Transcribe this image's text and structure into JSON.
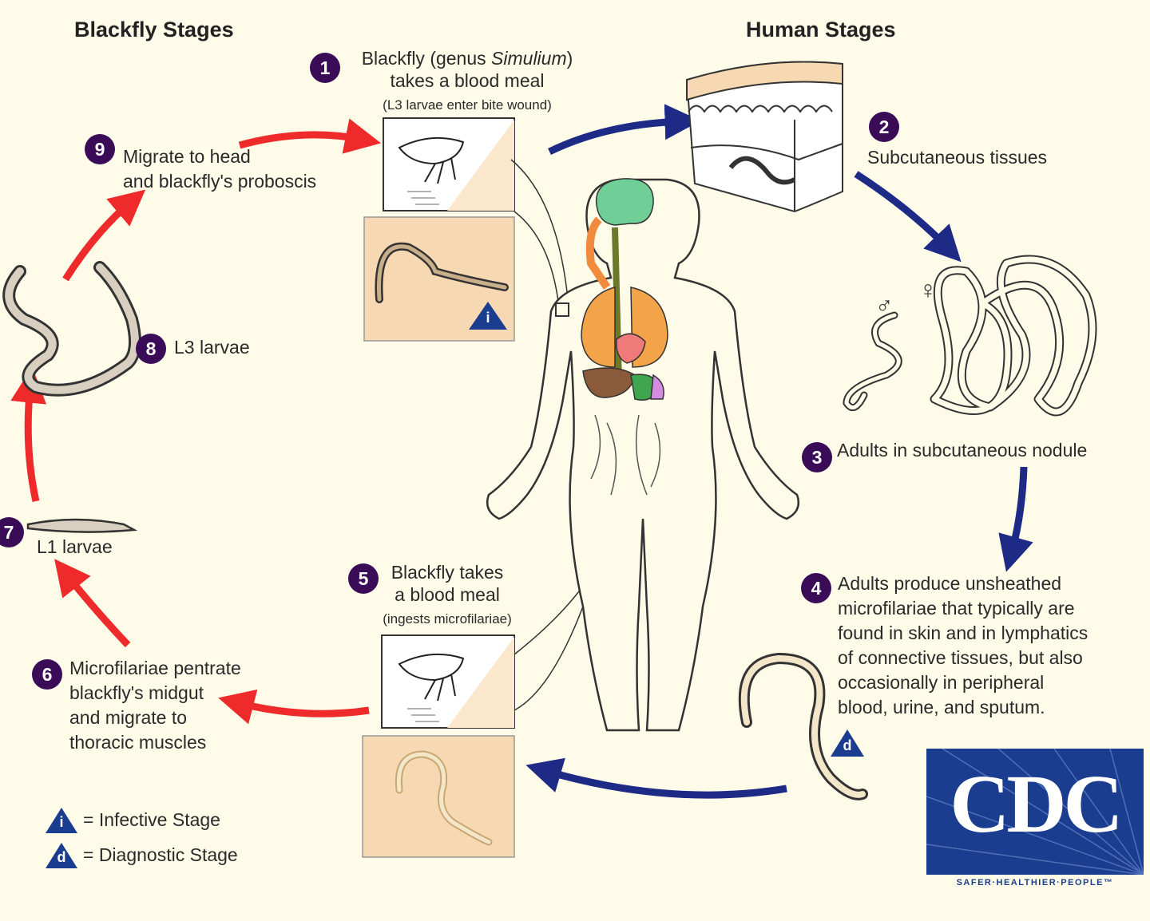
{
  "headers": {
    "blackfly": "Blackfly Stages",
    "human": "Human Stages"
  },
  "steps": [
    {
      "num": "1",
      "text": "Blackfly (genus Simulium)",
      "text_before": "Blackfly (genus ",
      "text_italic": "Simulium",
      "text_after": ")",
      "line2": "takes a blood meal",
      "sub": "(L3 larvae enter bite wound)"
    },
    {
      "num": "2",
      "text": "Subcutaneous tissues"
    },
    {
      "num": "3",
      "text": "Adults in subcutaneous nodule"
    },
    {
      "num": "4",
      "lines": [
        "Adults produce unsheathed",
        "microfilariae that typically are",
        "found in skin and in lymphatics",
        "of connective tissues,  but also",
        "occasionally in peripheral",
        "blood, urine, and sputum."
      ]
    },
    {
      "num": "5",
      "line1": "Blackfly takes",
      "line2": "a blood meal",
      "sub": "(ingests microfilariae)"
    },
    {
      "num": "6",
      "lines": [
        "Microfilariae pentrate",
        "blackfly's midgut",
        "and migrate to",
        "thoracic muscles"
      ]
    },
    {
      "num": "7",
      "text": "L1 larvae"
    },
    {
      "num": "8",
      "text": "L3 larvae"
    },
    {
      "num": "9",
      "lines": [
        "Migrate to head",
        "and blackfly's proboscis"
      ]
    }
  ],
  "legend": {
    "infective_letter": "i",
    "infective": "= Infective Stage",
    "diagnostic_letter": "d",
    "diagnostic": "= Diagnostic Stage"
  },
  "markers": {
    "infective": "i",
    "diagnostic": "d",
    "male_symbol": "♂",
    "female_symbol": "♀"
  },
  "logo": {
    "letters": "CDC",
    "motto": "SAFER·HEALTHIER·PEOPLE™"
  },
  "colors": {
    "background": "#fefbe9",
    "number_badge": "#3a0b57",
    "human_arrow": "#1d2a86",
    "blackfly_arrow": "#ef2a2a",
    "panel": "#f6d9b2",
    "cdc_blue": "#1b3d8f"
  }
}
